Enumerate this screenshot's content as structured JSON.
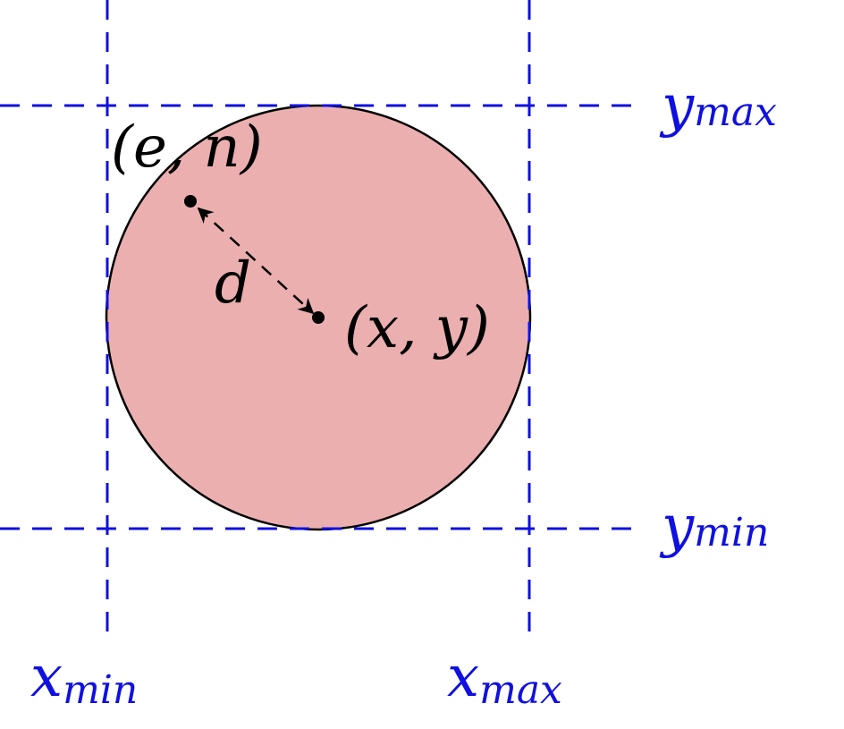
{
  "colors": {
    "guide": "#1010e0",
    "circle_fill": "#ebafb0",
    "stroke": "#000000"
  },
  "labels": {
    "point_en": "(e, n)",
    "point_xy": "(x, y)",
    "distance": "d",
    "y_max": {
      "base": "y",
      "sub": "max"
    },
    "y_min": {
      "base": "y",
      "sub": "min"
    },
    "x_min": {
      "base": "x",
      "sub": "min"
    },
    "x_max": {
      "base": "x",
      "sub": "max"
    }
  }
}
